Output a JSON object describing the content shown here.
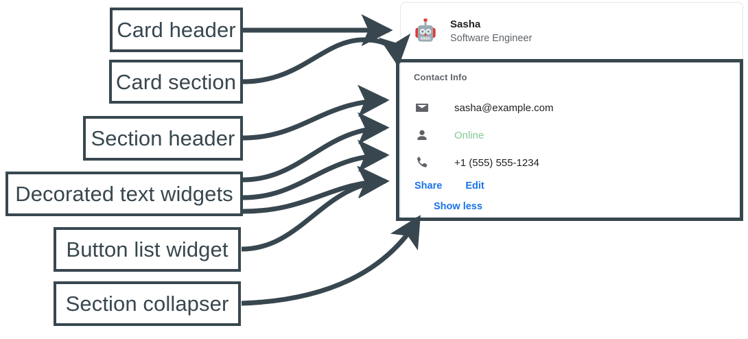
{
  "annotations": {
    "card_header": "Card header",
    "card_section": "Card section",
    "section_header": "Section header",
    "decorated_text_widgets": "Decorated text widgets",
    "button_list_widget": "Button list widget",
    "section_collapser": "Section collapser"
  },
  "colors": {
    "annotation": "#38474f",
    "link": "#1a73e8",
    "status_online": "#81c995",
    "muted_text": "#5f6368",
    "primary_text": "#202124",
    "card_border": "#e3e5e8"
  },
  "card": {
    "header": {
      "avatar_icon": "robot-avatar-icon",
      "name": "Sasha",
      "subtitle": "Software Engineer"
    },
    "section": {
      "header": "Contact Info",
      "rows": [
        {
          "icon": "mail-icon",
          "text": "sasha@example.com",
          "style": "default"
        },
        {
          "icon": "person-icon",
          "text": "Online",
          "style": "online"
        },
        {
          "icon": "phone-icon",
          "text": "+1 (555) 555-1234",
          "style": "default"
        }
      ],
      "buttons": [
        {
          "label": "Share"
        },
        {
          "label": "Edit"
        }
      ],
      "collapser": {
        "label": "Show less"
      }
    }
  }
}
